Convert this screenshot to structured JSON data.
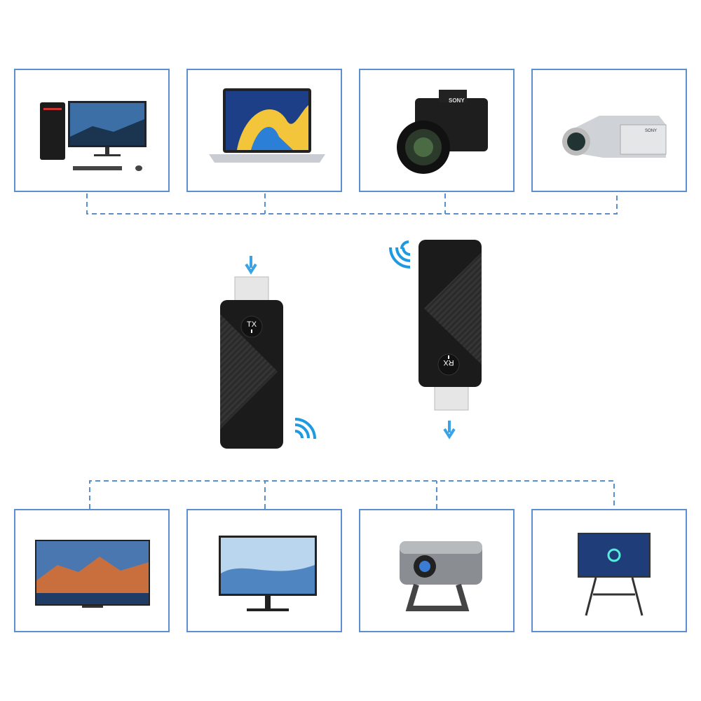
{
  "colors": {
    "frame": "#5b8fcf",
    "dashed": "#5b8fcf",
    "accent": "#2aa4e6",
    "dongle": "#1b1b1b"
  },
  "sources": [
    {
      "name": "desktop-pc"
    },
    {
      "name": "laptop"
    },
    {
      "name": "mirrorless-camera",
      "logo": "SONY"
    },
    {
      "name": "camcorder",
      "logo": "SONY"
    }
  ],
  "displays": [
    {
      "name": "tv"
    },
    {
      "name": "monitor"
    },
    {
      "name": "projector"
    },
    {
      "name": "interactive-display"
    }
  ],
  "transmitter": {
    "label": "TX"
  },
  "receiver": {
    "label": "RX"
  }
}
